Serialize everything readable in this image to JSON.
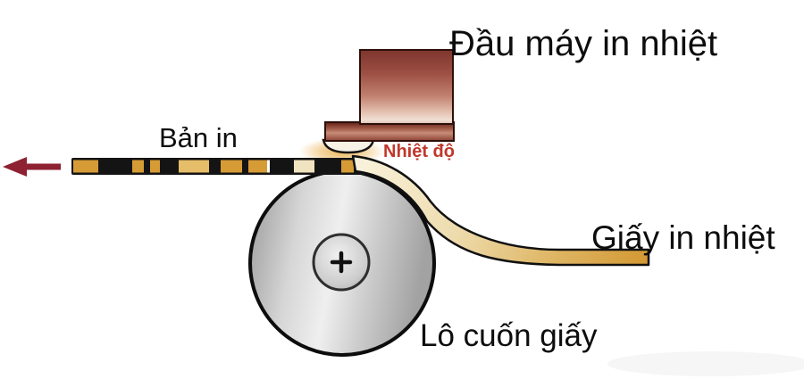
{
  "labels": {
    "print_head": "Đầu máy in nhiệt",
    "printed_output": "Bản in",
    "temperature": "Nhiệt độ",
    "thermal_paper": "Giấy in nhiệt",
    "paper_roller": "Lô cuốn giấy"
  },
  "colors": {
    "label_text": "#0d0d0d",
    "temperature_text": "#c0372b",
    "arrow": "#8e2132",
    "strip_black": "#141414",
    "gold": "#d79b36",
    "gold_light": "#e6bd68",
    "cream": "#f0e3c0",
    "white": "#ffffff",
    "head_dark": "#7e352c",
    "head_light": "#f2e0d6",
    "paper_light": "#f8f0d8",
    "paper_dark": "#d2962f",
    "roller_gray": "#c9c9c9",
    "outline": "#111111"
  },
  "strip_pattern": [
    {
      "color": "gold",
      "width": 28
    },
    {
      "color": "black",
      "width": 38
    },
    {
      "color": "gold",
      "width": 13
    },
    {
      "color": "black",
      "width": 7
    },
    {
      "color": "gold",
      "width": 11
    },
    {
      "color": "black",
      "width": 21
    },
    {
      "color": "gold_light",
      "width": 34
    },
    {
      "color": "black",
      "width": 13
    },
    {
      "color": "gold",
      "width": 24
    },
    {
      "color": "black",
      "width": 7
    },
    {
      "color": "gold",
      "width": 21
    },
    {
      "color": "white",
      "width": 3
    },
    {
      "color": "black",
      "width": 27
    },
    {
      "color": "cream",
      "width": 23
    },
    {
      "color": "black",
      "width": 30
    },
    {
      "color": "gold",
      "width": 14
    },
    {
      "color": "black",
      "width": 12
    }
  ]
}
